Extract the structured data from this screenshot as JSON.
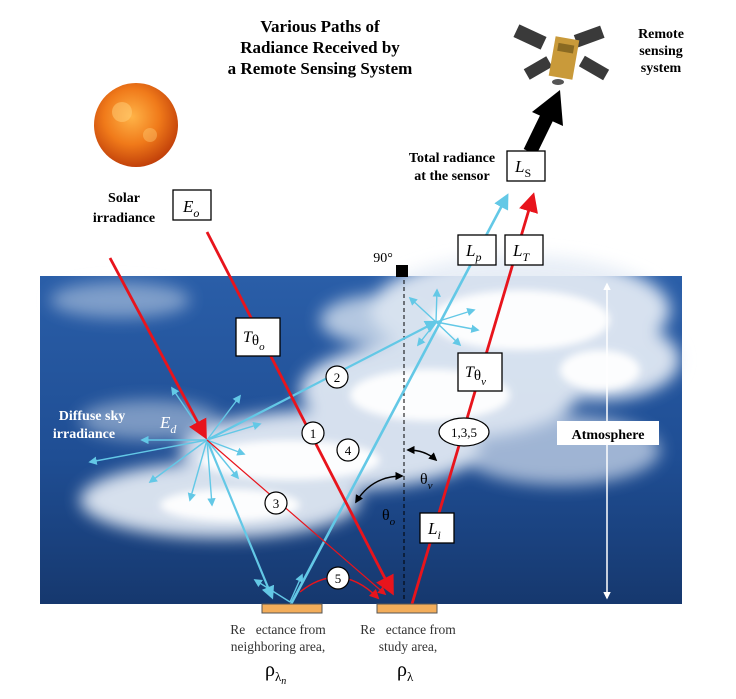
{
  "title": [
    "Various Paths of",
    "Radiance Received by",
    "a Remote Sensing System"
  ],
  "satellite_label": [
    "Remote",
    "sensing",
    "system"
  ],
  "total_radiance_label": [
    "Total radiance",
    "at the sensor"
  ],
  "solar_label": [
    "Solar",
    "irradiance"
  ],
  "diffuse_label": [
    "Diffuse sky",
    "irradiance"
  ],
  "atmosphere_label": "Atmosphere",
  "angle_90": "90°",
  "symbols": {
    "E": "E",
    "o": "o",
    "d": "d",
    "L": "L",
    "S": "S",
    "p": "p",
    "T": "T",
    "i": "i",
    "theta": "θ",
    "v": "v"
  },
  "path_numbers": [
    "1",
    "2",
    "3",
    "4",
    "5"
  ],
  "combined_paths": "1,3,5",
  "reflectance_neighbor": [
    "Re\u0000ectance from",
    "neighboring area,"
  ],
  "reflectance_study": [
    "Re\u0000ectance from",
    "study area,"
  ],
  "rho": "ρ",
  "lambda": "λ",
  "n": "n",
  "colors": {
    "red": "#e8141c",
    "cyan": "#63c8e6",
    "sky_dark": "#1b3f7a",
    "surface": "#f3ad5a"
  }
}
